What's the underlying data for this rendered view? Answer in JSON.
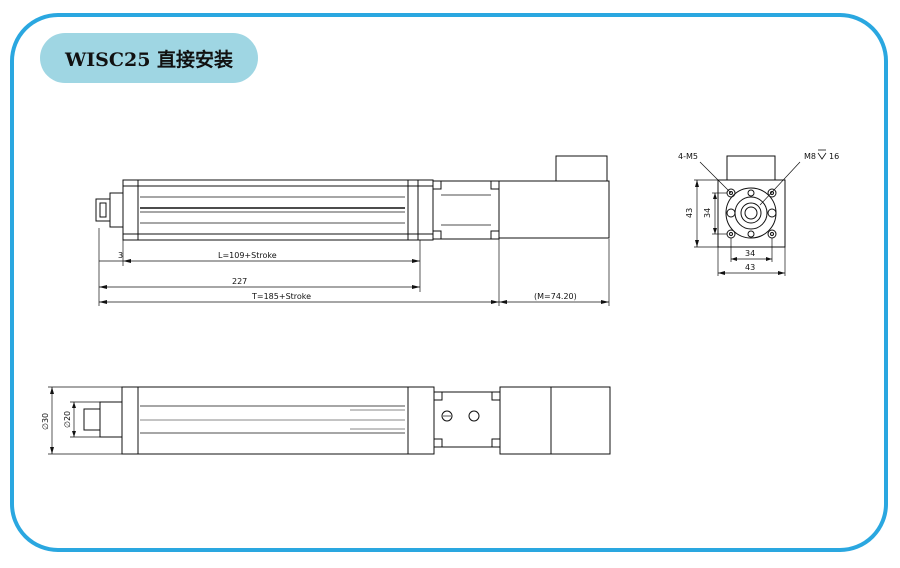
{
  "title": "WISC25 直接安装",
  "colors": {
    "frame": "#2aa7e0",
    "title_bg": "#9fd6e3",
    "line": "#111111"
  },
  "dimensions": {
    "motor_offset": "3",
    "length_L": "L=109+Stroke",
    "overall_227": "227",
    "total_T": "T=185+Stroke",
    "motor_M": "(M=74.20)",
    "end_43_v": "43",
    "end_34_v": "34",
    "end_34_h": "34",
    "end_43_h": "43",
    "hole_label": "4-M5",
    "thread_label": "M8",
    "thread_depth": "16",
    "dia_30": "∅30",
    "dia_20": "∅20"
  }
}
